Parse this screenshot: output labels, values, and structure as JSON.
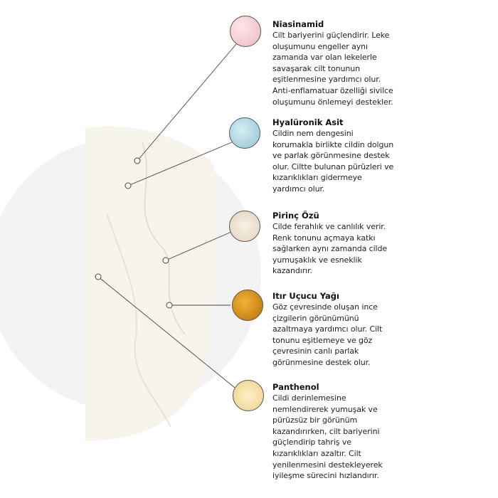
{
  "ingredients": [
    {
      "title": "Niasinamid",
      "icon": "pink-cells-icon",
      "color": "#f4c9cf",
      "lines": [
        "Cilt bariyerini güçlendirir. Leke",
        "oluşumunu engeller aynı",
        "zamanda var olan lekelerle",
        "savaşarak cilt tonunun",
        "eşitlenmesine yardımcı olur.",
        "Anti-enflamatuar özelliği sivilce",
        "oluşumunu önlemeyi destekler."
      ]
    },
    {
      "title": "Hyalüronik Asit",
      "icon": "blue-molecule-icon",
      "color": "#a9d3df",
      "lines": [
        "Cildin nem dengesini",
        "korumakla birlikte cildin dolgun",
        "ve parlak görünmesine destek",
        "olur. Ciltte bulunan pürüzleri ve",
        "kızarıklıkları gidermeye",
        "yardımcı olur."
      ]
    },
    {
      "title": "Pirinç Özü",
      "icon": "rice-powder-icon",
      "color": "#efe4d2",
      "lines": [
        "Cilde ferahlık ve canlılık verir.",
        "Renk tonunu açmaya katkı",
        "sağlarken aynı zamanda cilde",
        "yumuşaklık ve esneklik",
        "kazandırır."
      ]
    },
    {
      "title": "Itır Uçucu Yağı",
      "icon": "oil-drops-icon",
      "color": "#d9920e",
      "lines": [
        "Göz çevresinde oluşan ince",
        "çizgilerin görünümünü",
        "azaltmaya yardımcı olur. Cilt",
        "tonunu eşitlemeye ve göz",
        "çevresinin canlı parlak",
        "görünmesine destek olur."
      ]
    },
    {
      "title": "Panthenol",
      "icon": "yellow-bubbles-icon",
      "color": "#f6e1a4",
      "lines": [
        "Cildi derinlemesine",
        "nemlendirerek yumuşak ve",
        "pürüzsüz bir görünüm",
        "kazandırırken, cilt bariyerini",
        "güçlendirip tahriş ve",
        "kızarıklıkları azaltır. Cilt",
        "yenilenmesini destekleyerek",
        "iyileşme sürecini hızlandırır."
      ]
    }
  ]
}
